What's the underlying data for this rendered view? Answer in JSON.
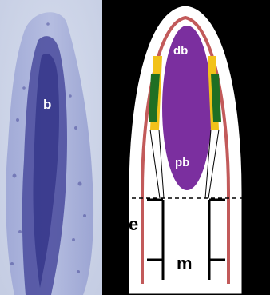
{
  "left_panel": {
    "label": "b",
    "colors": {
      "background": "#c9d2e6",
      "tissue": "#aab3da",
      "stain": "#3f3f96"
    }
  },
  "right_panel": {
    "labels": {
      "distal": "db",
      "proximal": "pb",
      "e": "e",
      "m": "m"
    },
    "colors": {
      "background": "#000000",
      "outer_fill": "#ffffff",
      "inner_outline": "#c25a5a",
      "core": "#7b2f9f",
      "band_green": "#1f6f23",
      "band_yellow": "#f2c21a"
    }
  }
}
